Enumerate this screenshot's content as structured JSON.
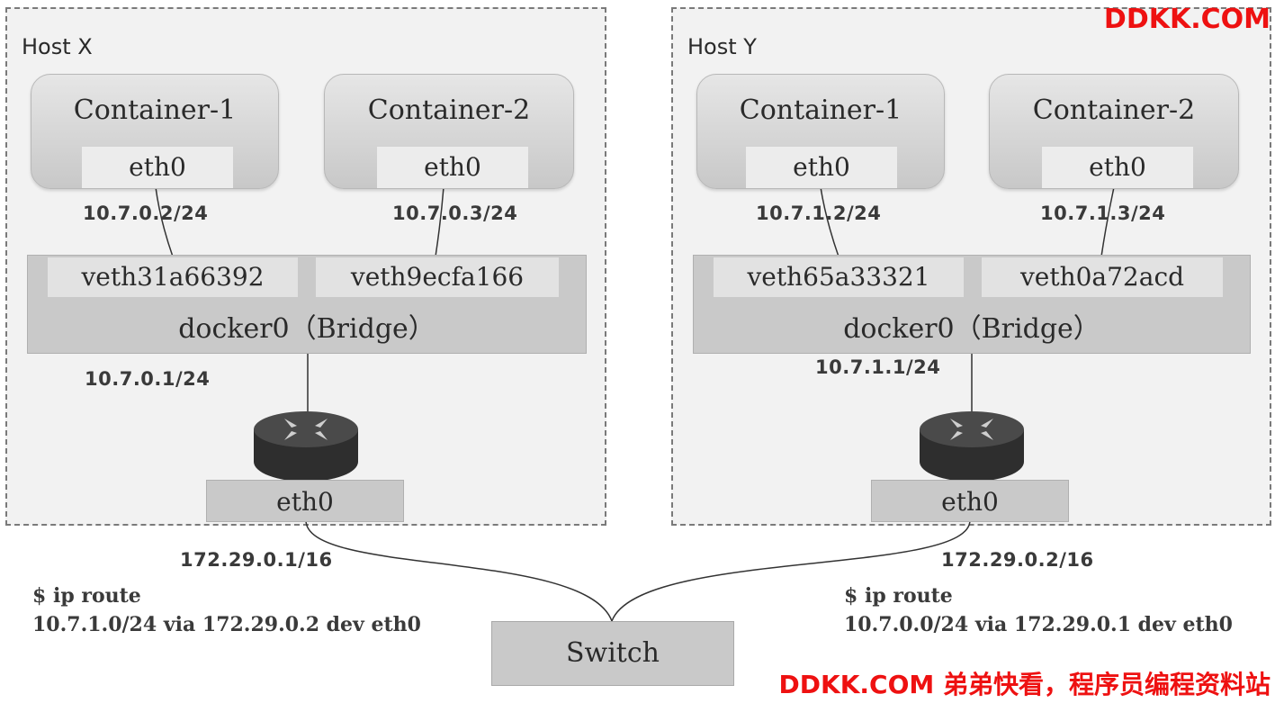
{
  "host_x": {
    "label": "Host X",
    "container_1": {
      "title": "Container-1",
      "iface": "eth0",
      "ip": "10.7.0.2/24"
    },
    "container_2": {
      "title": "Container-2",
      "iface": "eth0",
      "ip": "10.7.0.3/24"
    },
    "veth_1": "veth31a66392",
    "veth_2": "veth9ecfa166",
    "bridge_label": "docker0（Bridge）",
    "bridge_ip": "10.7.0.1/24",
    "eth": "eth0",
    "eth_ip": "172.29.0.1/16",
    "route_cmd": "$ ip route",
    "route_entry": "10.7.1.0/24 via 172.29.0.2 dev eth0"
  },
  "host_y": {
    "label": "Host Y",
    "container_1": {
      "title": "Container-1",
      "iface": "eth0",
      "ip": "10.7.1.2/24"
    },
    "container_2": {
      "title": "Container-2",
      "iface": "eth0",
      "ip": "10.7.1.3/24"
    },
    "veth_1": "veth65a33321",
    "veth_2": "veth0a72acd",
    "bridge_label": "docker0（Bridge）",
    "bridge_ip": "10.7.1.1/24",
    "eth": "eth0",
    "eth_ip": "172.29.0.2/16",
    "route_cmd": "$ ip route",
    "route_entry": "10.7.0.0/24 via 172.29.0.1 dev eth0"
  },
  "switch_label": "Switch",
  "watermark_top": "DDKK.COM",
  "watermark_bottom": "DDKK.COM 弟弟快看，程序员编程资料站",
  "colors": {
    "watermark": "#ee1111",
    "box_fill": "#c9c9c9",
    "host_fill": "#f2f2f2"
  }
}
